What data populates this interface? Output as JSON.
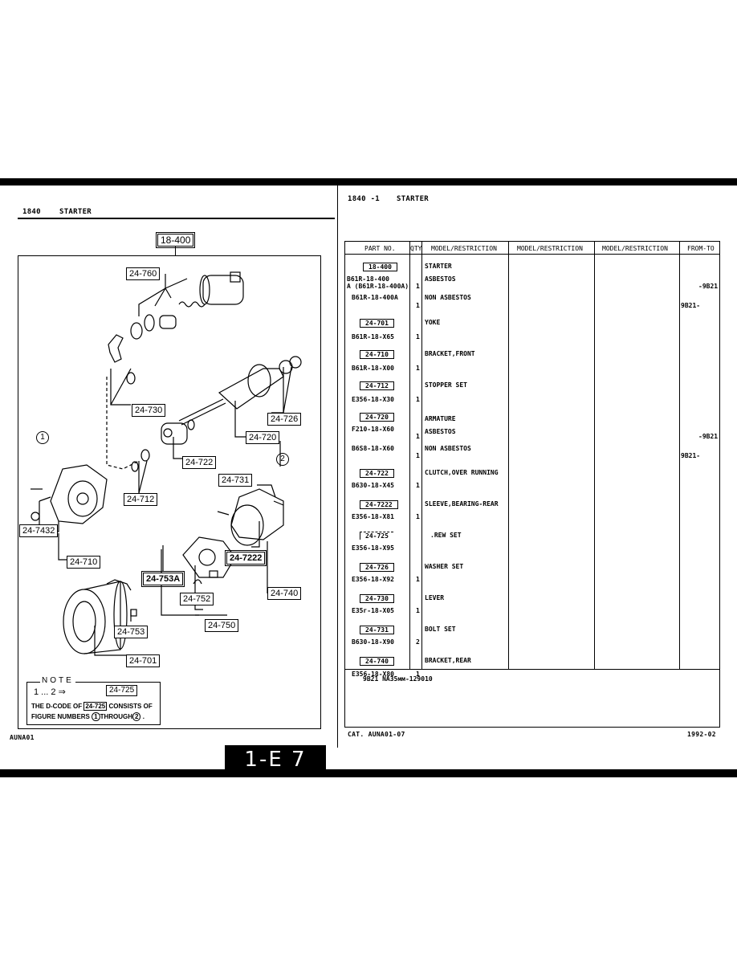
{
  "left_header": {
    "code": "1840",
    "title": "STARTER"
  },
  "right_header": {
    "code": "1840 -1",
    "title": "STARTER"
  },
  "diagram": {
    "assembly_label": "18-400",
    "callouts": [
      "24-760",
      "24-730",
      "24-726",
      "24-720",
      "24-722",
      "24-712",
      "24-731",
      "24-7432",
      "24-710",
      "24-7222",
      "24-753A",
      "24-752",
      "24-740",
      "24-750",
      "24-753",
      "24-701"
    ],
    "markers": [
      "1",
      "2"
    ],
    "note": {
      "title": "NOTE",
      "range": "1 ... 2 ⇒",
      "range_ref": "24-725",
      "line1_pre": "THE D-CODE OF",
      "line1_ref": "24-725",
      "line1_post": "CONSISTS OF",
      "line2_pre": "FIGURE NUMBERS",
      "line2_a": "1",
      "line2_mid": "THROUGH",
      "line2_b": "2",
      "line2_end": "."
    }
  },
  "table": {
    "headers": [
      "PART NO.",
      "QTY",
      "MODEL/RESTRICTION",
      "MODEL/RESTRICTION",
      "MODEL/RESTRICTION",
      "FROM-TO"
    ],
    "rows": [
      {
        "ref": "18-400",
        "part": "",
        "qty": "",
        "desc": "STARTER",
        "from_to": ""
      },
      {
        "ref": "",
        "part": "B61R-18-400\nA (B61R-18-400A)",
        "qty": "1",
        "desc": "ASBESTOS",
        "from_to": "-9B21"
      },
      {
        "ref": "",
        "part": "B61R-18-400A",
        "qty": "1",
        "desc": "NON ASBESTOS",
        "from_to": "9B21-"
      },
      {
        "ref": "24-701",
        "part": "B61R-18-X65",
        "qty": "1",
        "desc": "YOKE",
        "from_to": ""
      },
      {
        "ref": "24-710",
        "part": "B61R-18-X00",
        "qty": "1",
        "desc": "BRACKET,FRONT",
        "from_to": ""
      },
      {
        "ref": "24-712",
        "part": "E356-18-X30",
        "qty": "1",
        "desc": "STOPPER SET",
        "from_to": ""
      },
      {
        "ref": "24-720",
        "part": "F210-18-X60",
        "qty": "1",
        "desc": "ARMATURE\nASBESTOS",
        "from_to": "-9B21"
      },
      {
        "ref": "",
        "part": "B6S8-18-X60",
        "qty": "1",
        "desc": "NON ASBESTOS",
        "from_to": "9B21-"
      },
      {
        "ref": "24-722",
        "part": "B630-18-X45",
        "qty": "1",
        "desc": "CLUTCH,OVER RUNNING",
        "from_to": ""
      },
      {
        "ref": "24-7222",
        "part": "E356-18-X81",
        "qty": "1",
        "desc": "SLEEVE,BEARING-REAR",
        "from_to": ""
      },
      {
        "ref": "24-725",
        "part": "E356-18-X95",
        "qty": "",
        "desc": ".REW SET",
        "from_to": ""
      },
      {
        "ref": "24-726",
        "part": "E356-18-X92",
        "qty": "1",
        "desc": "WASHER SET",
        "from_to": ""
      },
      {
        "ref": "24-730",
        "part": "E35г-18-X05",
        "qty": "1",
        "desc": "LEVER",
        "from_to": ""
      },
      {
        "ref": "24-731",
        "part": "B630-18-X90",
        "qty": "2",
        "desc": "BOLT SET",
        "from_to": ""
      },
      {
        "ref": "24-740",
        "part": "E356-18-X80",
        "qty": "1",
        "desc": "BRACKET,REAR",
        "from_to": ""
      }
    ],
    "footnote": "9B21 NA35мм-129010"
  },
  "footer": {
    "left_code": "AUNA01",
    "catalog": "CAT. AUNA01-07",
    "date": "1992-02",
    "page": "1-E 7"
  }
}
